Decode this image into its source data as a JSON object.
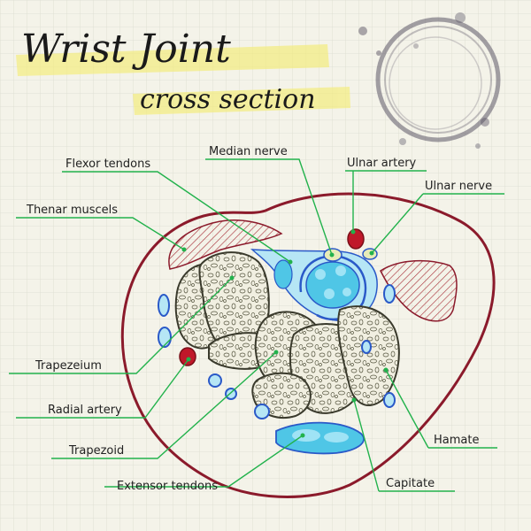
{
  "title": {
    "line1": "Wrist Joint",
    "line2": "cross section"
  },
  "labels": {
    "flexor_tendons": "Flexor tendons",
    "median_nerve": "Median nerve",
    "ulnar_artery": "Ulnar artery",
    "ulnar_nerve": "Ulnar nerve",
    "thenar_muscles": "Thenar muscels",
    "trapezeium": "Trapezeium",
    "radial_artery": "Radial artery",
    "trapezoid": "Trapezoid",
    "extensor_tendons": "Extensor tendons",
    "hamate": "Hamate",
    "capitate": "Capitate"
  },
  "colors": {
    "paper": "#f4f3e9",
    "grid": "#dcdccf",
    "outline": "#8b1a2b",
    "muscle": "#a8323a",
    "bone_fill": "#f1efe1",
    "bone_stroke": "#3a3a2c",
    "tendon": "#4fc6e6",
    "vessel_blue": "#2a59c8",
    "artery": "#c0182a",
    "leader": "#22b24c",
    "highlight": "#f3ec7f",
    "stain": "#5b5566"
  }
}
